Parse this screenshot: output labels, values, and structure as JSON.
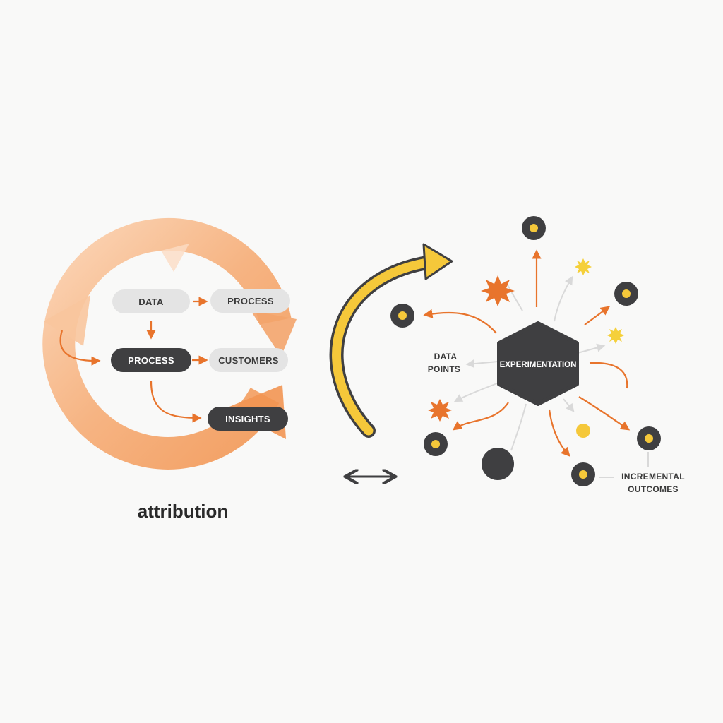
{
  "attribution": {
    "caption": "attribution",
    "nodes": {
      "data": "DATA",
      "process_top": "PROCESS",
      "process_mid": "PROCESS",
      "customers": "CUSTOMERS",
      "insights": "INSIGHTS"
    }
  },
  "experimentation": {
    "center_label": "EXPERIMENTATION",
    "data_points_line1": "DATA",
    "data_points_line2": "POINTS",
    "outcomes_line1": "INCREMENTAL",
    "outcomes_line2": "OUTCOMES"
  },
  "colors": {
    "orange": "#e8742c",
    "light_orange": "#f6b68a",
    "yellow": "#f5c83a",
    "dark": "#3f3f41",
    "light_gray": "#e4e4e4",
    "background": "#f9f9f8"
  }
}
